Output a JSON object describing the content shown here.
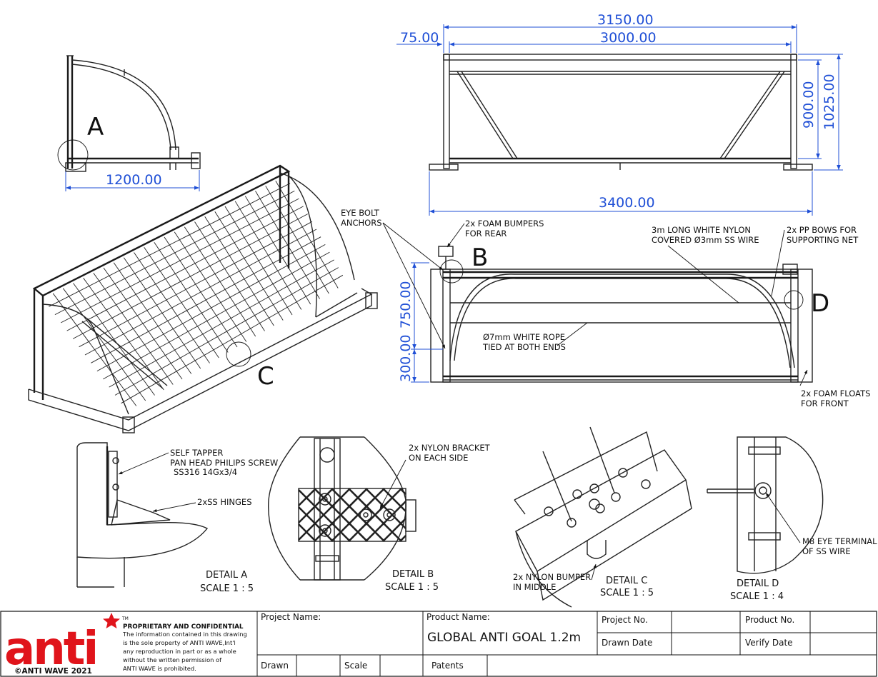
{
  "dimensions": {
    "side_width": "1200.00",
    "overall_width": "3150.00",
    "inner_width": "3000.00",
    "offset": "75.00",
    "height_inner": "900.00",
    "height_overall": "1025.00",
    "base_width": "3400.00",
    "depth_upper": "750.00",
    "depth_lower": "300.00"
  },
  "detail_markers": {
    "a": "A",
    "b": "B",
    "c": "C",
    "d": "D"
  },
  "callouts": {
    "eye_bolt": [
      "EYE BOLT",
      "ANCHORS"
    ],
    "foam_bumpers": [
      "2x FOAM BUMPERS",
      "FOR REAR"
    ],
    "nylon_wire": [
      "3m LONG WHITE NYLON",
      "COVERED  Ø3mm SS WIRE"
    ],
    "pp_bows": [
      "2x PP BOWS FOR",
      "SUPPORTING NET"
    ],
    "rope": [
      "Ø7mm WHITE ROPE",
      "TIED AT BOTH ENDS"
    ],
    "foam_floats": [
      "2x FOAM FLOATS",
      "FOR FRONT"
    ],
    "screw": [
      "SELF TAPPER",
      "PAN HEAD PHILIPS SCREW",
      "SS316 14Gx3/4"
    ],
    "hinges": "2xSS HINGES",
    "nylon_bracket": [
      "2x NYLON BRACKET",
      "ON EACH SIDE"
    ],
    "nylon_bumper": [
      "2x NYLON BUMPER",
      "IN MIDDLE"
    ],
    "eye_terminal": [
      "M8 EYE TERMINAL",
      "OF SS WIRE"
    ]
  },
  "details": {
    "a": {
      "title": "DETAIL A",
      "scale": "SCALE 1 : 5"
    },
    "b": {
      "title": "DETAIL B",
      "scale": "SCALE 1 : 5"
    },
    "c": {
      "title": "DETAIL C",
      "scale": "SCALE 1 : 5"
    },
    "d": {
      "title": "DETAIL D",
      "scale": "SCALE 1 : 4"
    }
  },
  "title_block": {
    "logo": "anti",
    "tm": "TM",
    "copyright": "©ANTI WAVE 2021",
    "proprietary_title": "PROPRIETARY AND CONFIDENTIAL",
    "proprietary_lines": [
      "The information contained in this drawing",
      "is the sole property of ANTI WAVE,Int'l",
      "any  reproduction in part or as a whole",
      "without the written permission of",
      "ANTI WAVE is prohibited."
    ],
    "project_name_label": "Project Name:",
    "product_name_label": "Product Name:",
    "product_name_value": "GLOBAL ANTI GOAL 1.2m",
    "project_no_label": "Project No.",
    "product_no_label": "Product No.",
    "drawn_date_label": "Drawn Date",
    "verify_date_label": "Verify Date",
    "drawn_label": "Drawn",
    "scale_label": "Scale",
    "patents_label": "Patents"
  },
  "colors": {
    "dimension": "#1f4fd6",
    "logo": "#e0141b",
    "line": "#1a1a1a"
  }
}
